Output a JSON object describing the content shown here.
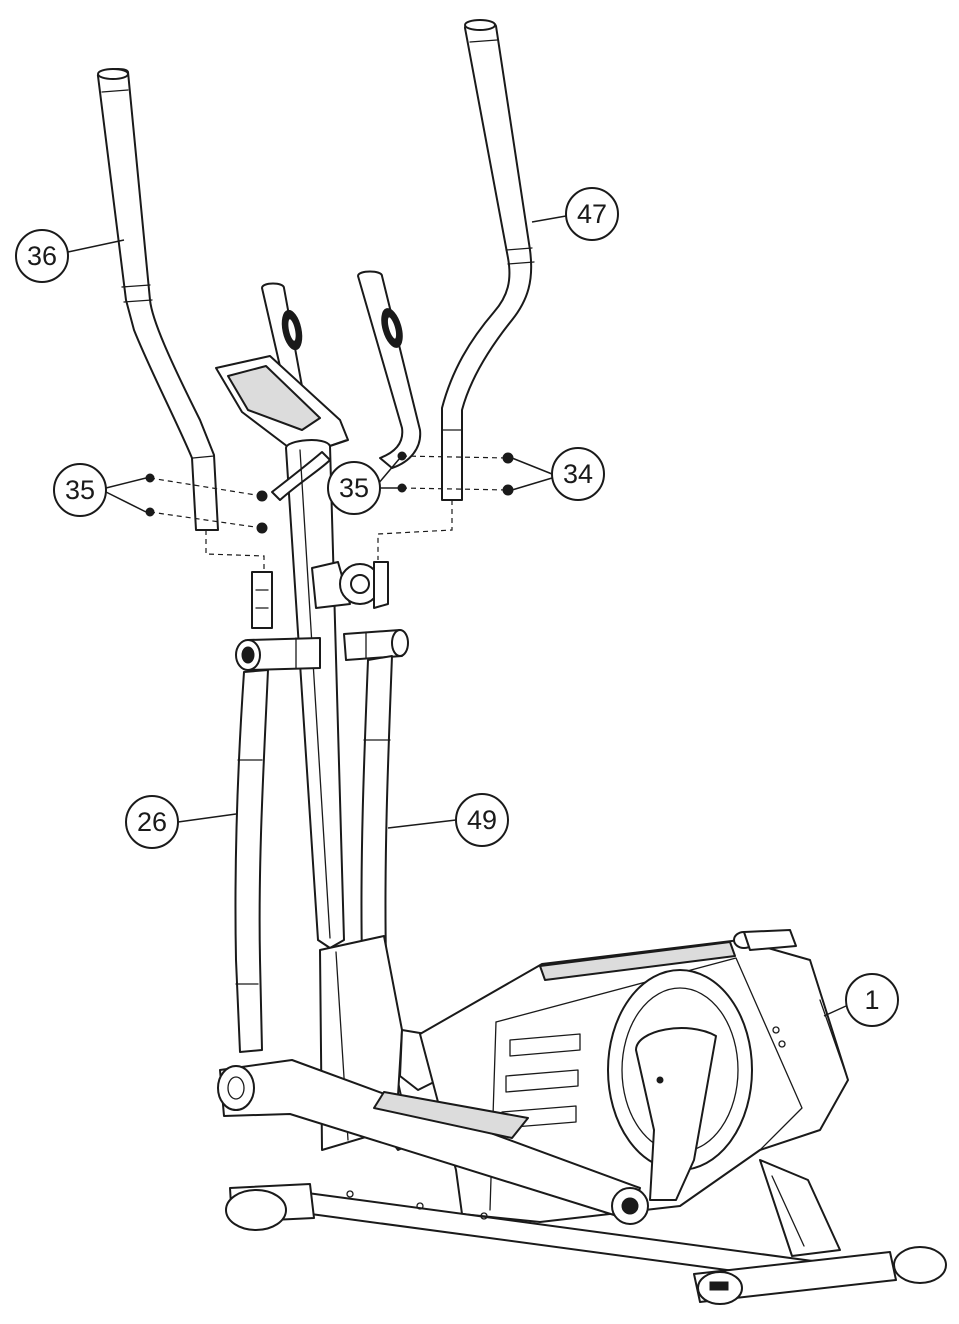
{
  "callouts": [
    {
      "id": "c36",
      "label": "36"
    },
    {
      "id": "c47",
      "label": "47"
    },
    {
      "id": "c35a",
      "label": "35"
    },
    {
      "id": "c35b",
      "label": "35"
    },
    {
      "id": "c34",
      "label": "34"
    },
    {
      "id": "c26",
      "label": "26"
    },
    {
      "id": "c49",
      "label": "49"
    },
    {
      "id": "c1",
      "label": "1"
    }
  ]
}
